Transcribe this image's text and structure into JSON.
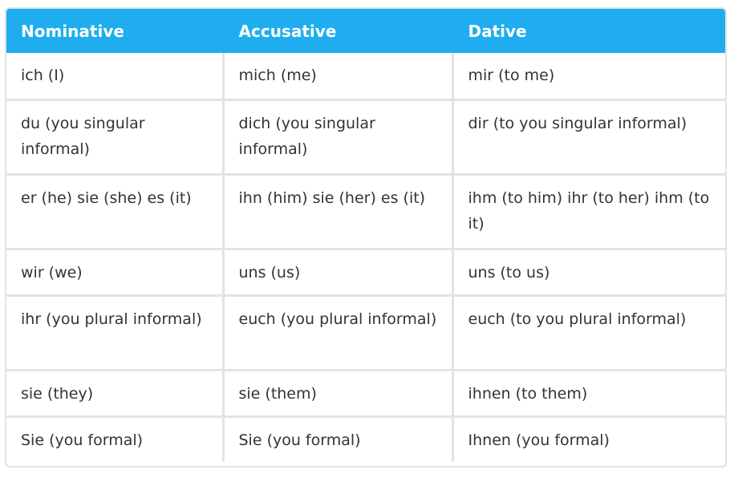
{
  "colors": {
    "header_bg": "#1fadef",
    "header_text": "#ffffff",
    "grid": "#e3e3e3",
    "cell_text": "#333333"
  },
  "table": {
    "headers": [
      "Nominative",
      "Accusative",
      "Dative"
    ],
    "rows": [
      [
        "ich (I)",
        "mich (me)",
        "mir (to me)"
      ],
      [
        "du (you singular informal)",
        "dich (you singular informal)",
        "dir (to you singular informal)"
      ],
      [
        "er (he) sie (she) es (it)",
        "ihn (him) sie (her) es (it)",
        "ihm (to him) ihr (to her) ihm (to it)"
      ],
      [
        "wir (we)",
        "uns (us)",
        "uns (to us)"
      ],
      [
        "ihr (you plural informal)",
        "euch (you plural informal)",
        "euch (to you plural informal)"
      ],
      [
        "sie (they)",
        "sie (them)",
        "ihnen (to them)"
      ],
      [
        "Sie (you formal)",
        "Sie (you formal)",
        "Ihnen (you formal)"
      ]
    ]
  }
}
